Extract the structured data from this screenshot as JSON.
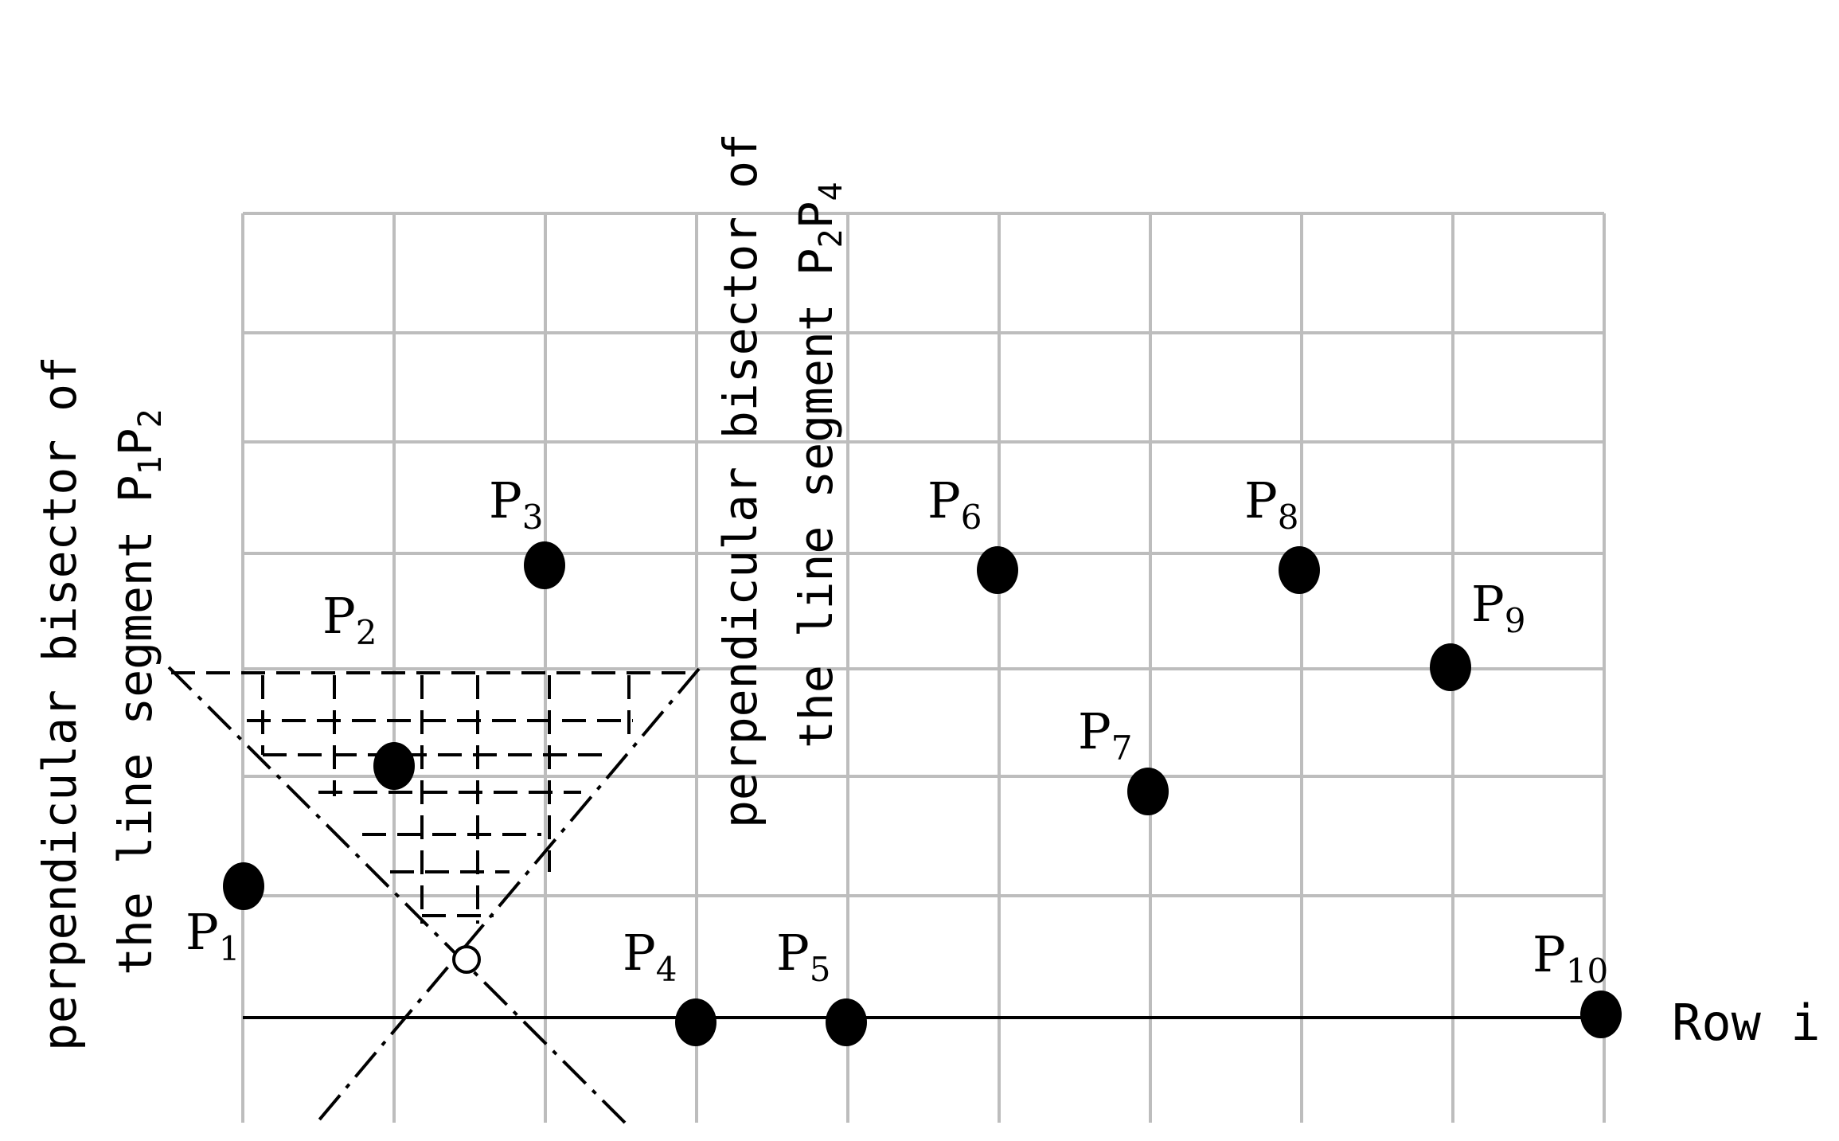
{
  "diagram": {
    "points": [
      {
        "id": "P1",
        "letter": "P",
        "sub": "1"
      },
      {
        "id": "P2",
        "letter": "P",
        "sub": "2"
      },
      {
        "id": "P3",
        "letter": "P",
        "sub": "3"
      },
      {
        "id": "P4",
        "letter": "P",
        "sub": "4"
      },
      {
        "id": "P5",
        "letter": "P",
        "sub": "5"
      },
      {
        "id": "P6",
        "letter": "P",
        "sub": "6"
      },
      {
        "id": "P7",
        "letter": "P",
        "sub": "7"
      },
      {
        "id": "P8",
        "letter": "P",
        "sub": "8"
      },
      {
        "id": "P9",
        "letter": "P",
        "sub": "9"
      },
      {
        "id": "P10",
        "letter": "P",
        "sub": "10"
      }
    ],
    "row_label": "Row i",
    "bisector_p1p2": {
      "line1": "perpendicular bisector of",
      "line2_prefix": "the line segment P",
      "sub_a": "1",
      "mid": "P",
      "sub_b": "2"
    },
    "bisector_p2p4": {
      "line1": "perpendicular bisector of",
      "line2_prefix": "the line segment P",
      "sub_a": "2",
      "mid": "P",
      "sub_b": "4"
    }
  }
}
